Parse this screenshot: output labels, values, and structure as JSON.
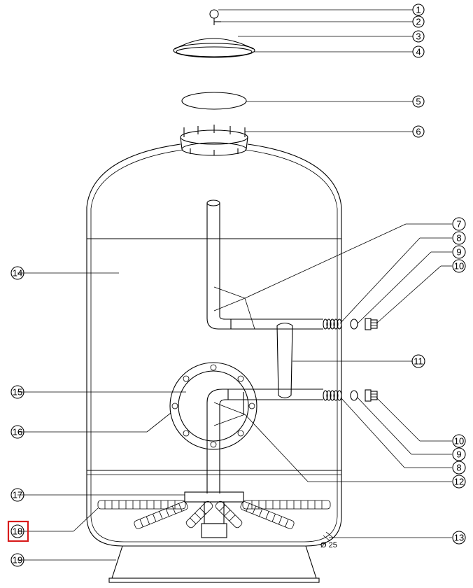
{
  "callouts": [
    "1",
    "2",
    "3",
    "4",
    "5",
    "6",
    "7",
    "8",
    "9",
    "10",
    "11",
    "12",
    "13",
    "14",
    "15",
    "16",
    "17",
    "18",
    "19"
  ],
  "duplicate_callouts": [
    "8",
    "9",
    "10"
  ],
  "dimension_label": "Ø 25",
  "highlighted_callout": "18",
  "colors": {
    "line": "#000000",
    "highlight": "#d81b1b",
    "background": "#ffffff"
  }
}
